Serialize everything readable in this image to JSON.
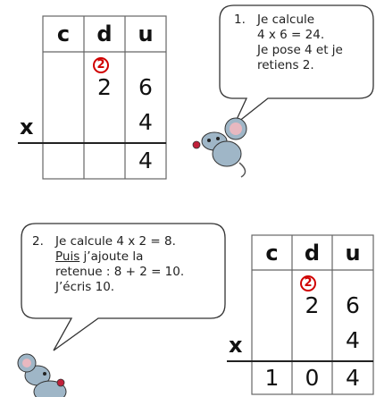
{
  "table_top": {
    "headers": [
      "c",
      "d",
      "u"
    ],
    "carry": "2",
    "row1": [
      "",
      "2",
      "6"
    ],
    "row2": [
      "",
      "",
      "4"
    ],
    "result": [
      "",
      "",
      "4"
    ],
    "sign": "x"
  },
  "bubble_top": {
    "number": "1.",
    "lines": [
      "Je calcule",
      "4 x 6 = 24.",
      "Je pose 4 et je",
      "retiens 2."
    ]
  },
  "bubble_bottom": {
    "number": "2.",
    "line1": "Je calcule 4 x 2 = 8.",
    "line2_underlined": "Puis",
    "line2_rest": " j’ajoute la",
    "line3": "retenue : 8 + 2 = 10.",
    "line4": "J’écris 10."
  },
  "table_bottom": {
    "headers": [
      "c",
      "d",
      "u"
    ],
    "carry": "2",
    "row1": [
      "",
      "2",
      "6"
    ],
    "row2": [
      "",
      "",
      "4"
    ],
    "result": [
      "1",
      "0",
      "4"
    ],
    "sign": "x"
  },
  "colors": {
    "carry": "#d00000",
    "lines": "#555555",
    "bubble_border": "#333333"
  },
  "icons": [
    "mouse-illustration-top",
    "mouse-illustration-bottom"
  ]
}
